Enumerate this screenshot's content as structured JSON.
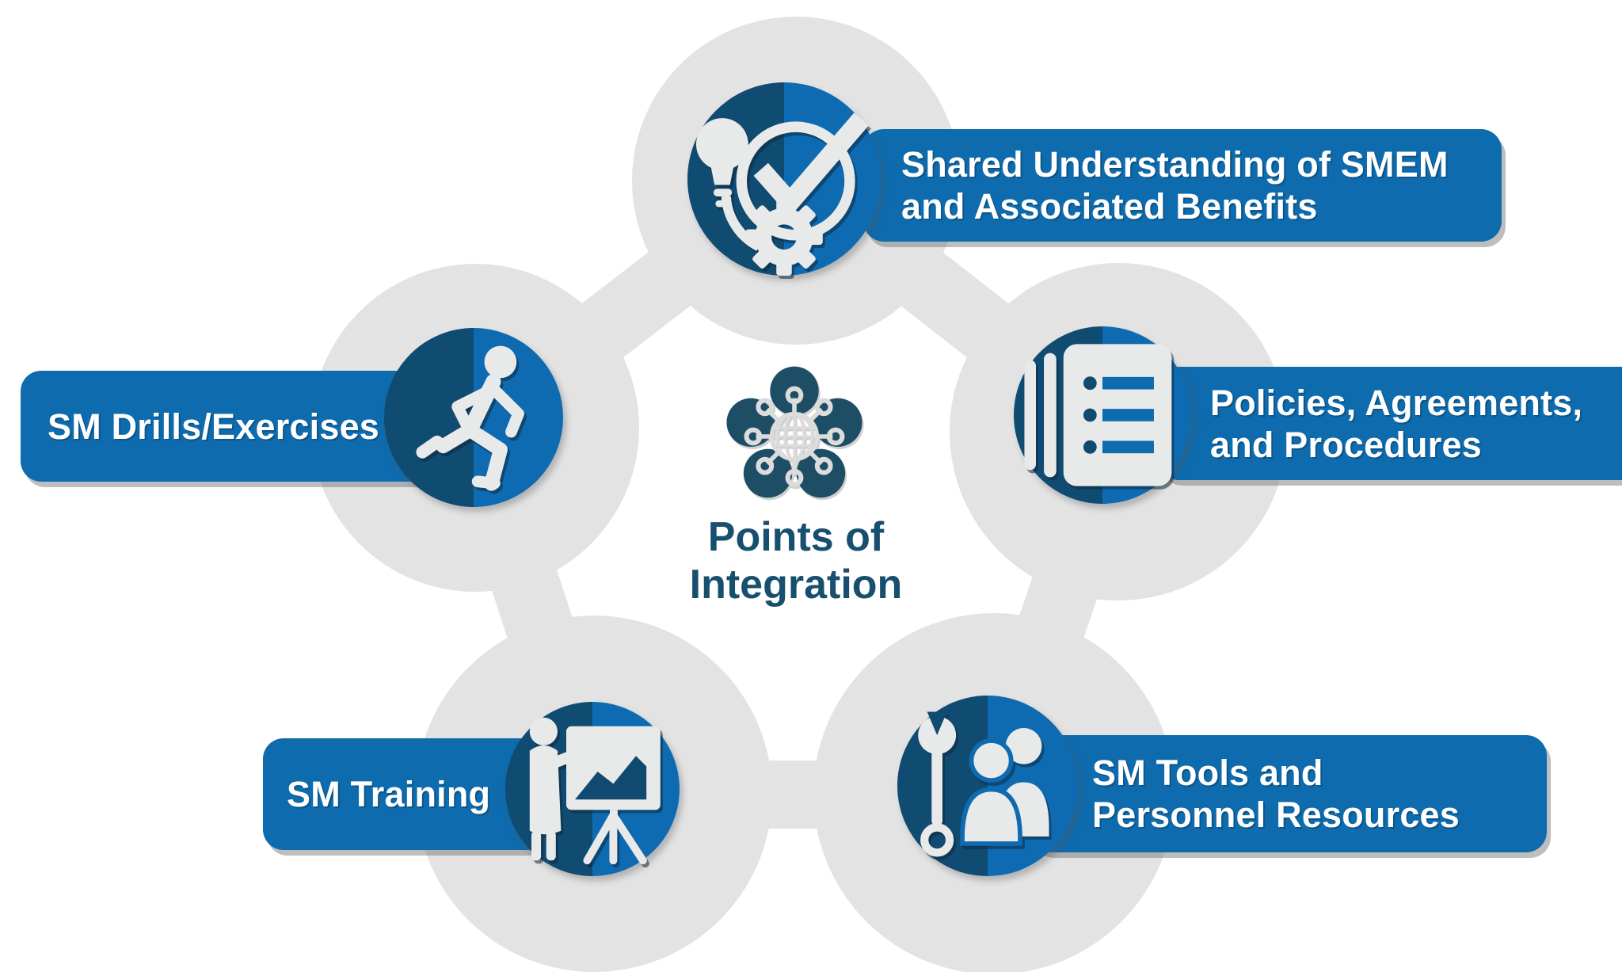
{
  "title": {
    "line1": "Points of",
    "line2": "Integration"
  },
  "nodes": [
    {
      "id": "shared-understanding",
      "label": "Shared Understanding of SMEM\nand Associated Benefits",
      "icon": "lightbulb-check-gear-icon",
      "position": "top"
    },
    {
      "id": "policies",
      "label": "Policies, Agreements,\nand Procedures",
      "icon": "stacked-documents-list-icon",
      "position": "right"
    },
    {
      "id": "tools-personnel",
      "label": "SM Tools and\nPersonnel Resources",
      "icon": "wrench-people-icon",
      "position": "bottom-right"
    },
    {
      "id": "training",
      "label": "SM Training",
      "icon": "presenter-easel-icon",
      "position": "bottom-left"
    },
    {
      "id": "drills-exercises",
      "label": "SM Drills/Exercises",
      "icon": "running-person-icon",
      "position": "left"
    }
  ],
  "center_icon": "network-globe-nodes-icon",
  "colors": {
    "bar_blue": "#0E6BAD",
    "circle_light_half": "#0E6BB2",
    "circle_dark_half": "#104B72",
    "navy_text": "#17506E",
    "center_icon_navy": "#1D4E66",
    "ring_gray": "#E3E3E3",
    "glyph_gray": "#E8EAEA",
    "background": "#FFFFFF"
  }
}
